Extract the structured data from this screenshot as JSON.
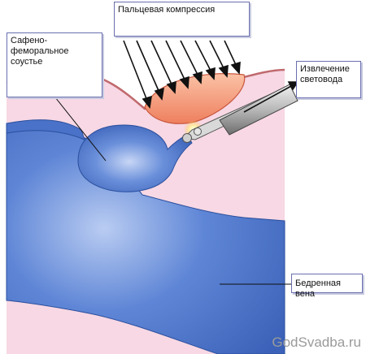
{
  "labels": {
    "finger_compression": "Пальцевая компрессия",
    "saphenofemoral_junction": "Сафено-\nфеморальное\nсоустье",
    "fiber_extraction": "Извлечение\nсветовода",
    "femoral_vein": "Бедренная вена"
  },
  "watermark": "GodSvadba.ru",
  "colors": {
    "skin": "#f7d8e4",
    "skin_edge": "#c06a6e",
    "vein": "#4a72c8",
    "vein_edge": "#2b4f9e",
    "compress": "#f39a7c",
    "callout_border": "#6a6fb0"
  }
}
